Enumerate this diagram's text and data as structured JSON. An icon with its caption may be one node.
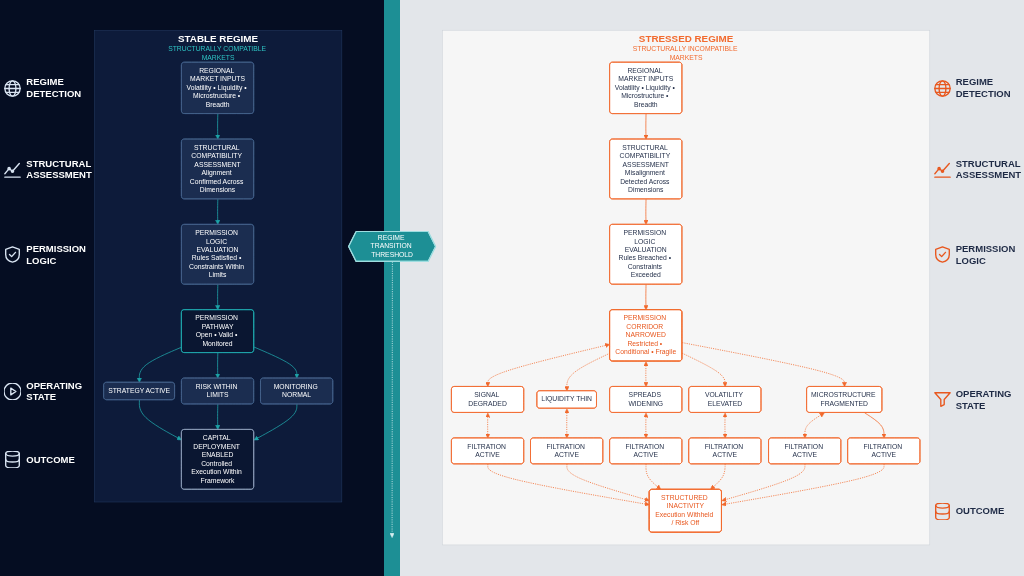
{
  "diagram": {
    "nodes": [
      {
        "text": [
          "STABLE REGIME",
          "STRUCTURALLY COMPATIBLE MARKETS"
        ]
      },
      {
        "text": [
          "REGIONAL MARKET INPUTS",
          "Volatility • Liquidity • Microstructure • Breadth"
        ],
        "in": 0
      },
      {
        "text": [
          "STRUCTURAL COMPATIBILITY ASSESSMENT",
          "Alignment Confirmed Across Dimensions"
        ],
        "in": 0
      },
      {
        "text": [
          "PERMISSION LOGIC EVALUATION",
          "Rules Satisfied • Constraints Within Limits"
        ],
        "in": 0
      },
      {
        "text": [
          "PERMISSION PATHWAY",
          "Open • Valid • Monitored"
        ],
        "in": 0
      },
      {
        "text": [
          "STRATEGY ACTIVE"
        ],
        "in": 0
      },
      {
        "text": [
          "RISK WITHIN LIMITS"
        ],
        "in": 0
      },
      {
        "text": [
          "MONITORING NORMAL"
        ],
        "in": 0
      },
      {
        "text": [
          "CAPITAL DEPLOYMENT ENABLED",
          "Controlled Execution Within Framework"
        ],
        "in": 0
      },
      {
        "text": [
          "REGIME TRANSITION THRESHOLD"
        ]
      },
      {
        "text": [
          "STRESSED REGIME",
          "STRUCTURALLY INCOMPATIBLE MARKETS"
        ]
      },
      {
        "text": [
          "REGIONAL MARKET INPUTS",
          "Volatility • Liquidity • Microstructure • Breadth"
        ],
        "in": 10
      },
      {
        "text": [
          "STRUCTURAL COMPATIBILITY ASSESSMENT",
          "Misalignment Detected Across Dimensions"
        ],
        "in": 10
      },
      {
        "text": [
          "PERMISSION LOGIC EVALUATION",
          "Rules Breached • Constraints Exceeded"
        ],
        "in": 10
      },
      {
        "text": [
          "PERMISSION CORRIDOR NARROWED",
          "Restricted • Conditional • Fragile"
        ],
        "in": 10
      },
      {
        "text": [
          "SIGNAL DEGRADED"
        ],
        "in": 10
      },
      {
        "text": [
          "LIQUIDITY THIN"
        ],
        "in": 10
      },
      {
        "text": [
          "SPREADS WIDENING"
        ],
        "in": 10
      },
      {
        "text": [
          "VOLATILITY ELEVATED"
        ],
        "in": 10
      },
      {
        "text": [
          "MICROSTRUCTURE FRAGMENTED"
        ],
        "in": 10
      },
      {
        "text": [
          "FILTRATION ACTIVE"
        ],
        "in": 10
      },
      {
        "text": [
          "FILTRATION ACTIVE"
        ],
        "in": 10
      },
      {
        "text": [
          "FILTRATION ACTIVE"
        ],
        "in": 10
      },
      {
        "text": [
          "FILTRATION ACTIVE"
        ],
        "in": 10
      },
      {
        "text": [
          "FILTRATION ACTIVE"
        ],
        "in": 10
      },
      {
        "text": [
          "FILTRATION ACTIVE"
        ],
        "in": 10
      },
      {
        "text": [
          "STRUCTURED INACTIVITY",
          "Execution Withheld / Risk Off"
        ],
        "in": 10
      }
    ],
    "edges": [
      {
        "from": 1,
        "to": 2,
        "arrow": "to",
        "color": "#1fa3a8"
      },
      {
        "from": 2,
        "to": 3,
        "arrow": "to",
        "color": "#1fa3a8"
      },
      {
        "from": 3,
        "to": 4,
        "arrow": "to",
        "color": "#1fa3a8"
      },
      {
        "from": 4,
        "to": 5,
        "arrow": "to",
        "color": "#1fa3a8"
      },
      {
        "from": 4,
        "to": 6,
        "arrow": "to",
        "color": "#1fa3a8"
      },
      {
        "from": 4,
        "to": 7,
        "arrow": "to",
        "color": "#1fa3a8"
      },
      {
        "from": 5,
        "to": 8,
        "arrow": "to",
        "color": "#1fa3a8"
      },
      {
        "from": 6,
        "to": 8,
        "arrow": "to",
        "color": "#1fa3a8"
      },
      {
        "from": 7,
        "to": 8,
        "arrow": "to",
        "color": "#1fa3a8"
      },
      {
        "from": 9,
        "to": null,
        "arrow": "to",
        "style": "dashed",
        "color": "#d6eef0"
      },
      {
        "from": 11,
        "to": 12,
        "arrow": "to"
      },
      {
        "from": 12,
        "to": 13,
        "arrow": "to"
      },
      {
        "from": 13,
        "to": 14,
        "arrow": "to"
      },
      {
        "from": 14,
        "to": 15,
        "arrow": "both",
        "style": "dashed"
      },
      {
        "from": 14,
        "to": 16,
        "arrow": "to",
        "style": "dashed"
      },
      {
        "from": 14,
        "to": 17,
        "arrow": "both",
        "style": "dashed"
      },
      {
        "from": 14,
        "to": 18,
        "arrow": "to",
        "style": "dashed"
      },
      {
        "from": 14,
        "to": 19,
        "arrow": "to",
        "style": "dashed"
      },
      {
        "from": 15,
        "to": 20,
        "arrow": "both",
        "style": "dashed"
      },
      {
        "from": 16,
        "to": 21,
        "arrow": "both",
        "style": "dashed"
      },
      {
        "from": 17,
        "to": 22,
        "arrow": "both",
        "style": "dashed"
      },
      {
        "from": 18,
        "to": 23,
        "arrow": "both",
        "style": "dashed"
      },
      {
        "from": 19,
        "to": 24,
        "arrow": "both",
        "style": "dashed"
      },
      {
        "from": 19,
        "to": 25,
        "arrow": "to"
      },
      {
        "from": 20,
        "to": 26,
        "arrow": "to",
        "style": "dashed"
      },
      {
        "from": 21,
        "to": 26,
        "arrow": "to",
        "style": "dashed"
      },
      {
        "from": 22,
        "to": 26,
        "arrow": "to",
        "style": "dashed"
      },
      {
        "from": 23,
        "to": 26,
        "arrow": "to",
        "style": "dashed"
      },
      {
        "from": 24,
        "to": 26,
        "arrow": "to",
        "style": "dashed"
      },
      {
        "from": 25,
        "to": 26,
        "arrow": "to",
        "style": "dashed"
      }
    ],
    "labels": [
      "REGIME DETECTION",
      "STRUCTURAL ASSESSMENT",
      "PERMISSION LOGIC",
      "OPERATING STATE",
      "OUTCOME",
      "REGIME DETECTION",
      "STRUCTURAL ASSESSMENT",
      "PERMISSION LOGIC",
      "OPERATING STATE",
      "OUTCOME"
    ]
  }
}
